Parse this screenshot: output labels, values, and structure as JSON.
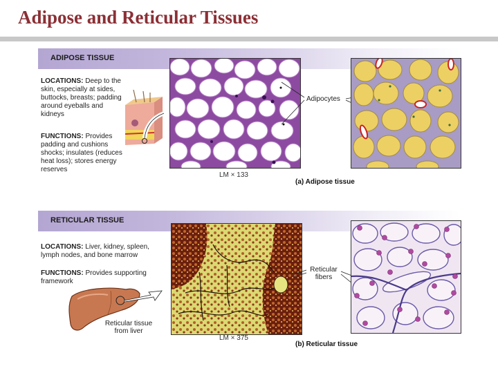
{
  "slide": {
    "title": "Adipose and Reticular Tissues",
    "title_color": "#8b2f35",
    "rule_color": "#c8c8c8"
  },
  "adipose": {
    "header": "ADIPOSE TISSUE",
    "locations_label": "LOCATIONS:",
    "locations_text": " Deep to the skin, especially at sides, buttocks, breasts; padding around eyeballs and kidneys",
    "functions_label": "FUNCTIONS:",
    "functions_text": " Provides padding and cushions shocks; insulates (reduces heat loss); stores energy reserves",
    "magnification": "LM × 133",
    "callout": "Adipocytes",
    "caption": "(a) Adipose tissue",
    "illustration": "skin-cross-section-icon",
    "colors": {
      "stain": "#7a2e8e",
      "fat_cell": "#e8c95a",
      "header_start": "#b4a6d2"
    }
  },
  "reticular": {
    "header": "RETICULAR TISSUE",
    "locations_label": "LOCATIONS:",
    "locations_text": " Liver, kidney, spleen, lymph nodes, and bone marrow",
    "functions_label": "FUNCTIONS:",
    "functions_text": " Provides supporting framework",
    "magnification": "LM × 375",
    "callout_line1": "Reticular",
    "callout_line2": "fibers",
    "organ_label_line1": "Reticular tissue",
    "organ_label_line2": "from liver",
    "caption": "(b) Reticular tissue",
    "illustration": "liver-icon",
    "colors": {
      "stain_dark": "#6b1f0e",
      "stain_light": "#e3e07a",
      "drawing_bg": "#f1e6f2",
      "nuclei": "#b04aa0"
    }
  }
}
